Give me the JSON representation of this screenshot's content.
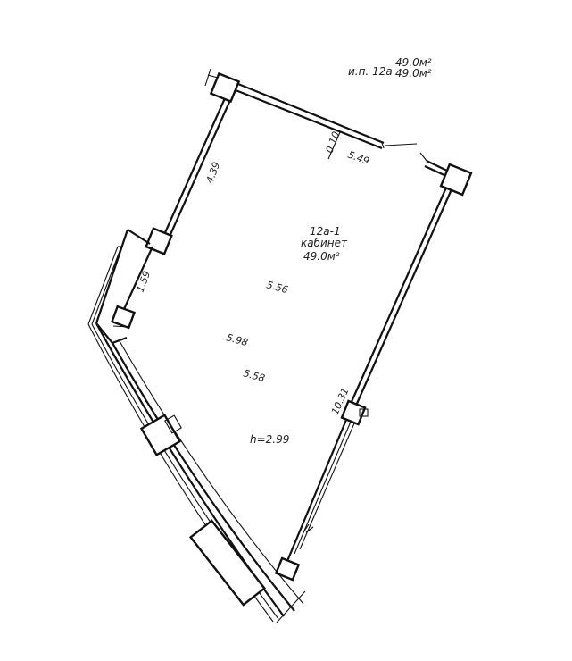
{
  "header": {
    "unit_label": "и.п. 12а",
    "area_total": "49.0м²",
    "area_living": "49.0м²"
  },
  "room": {
    "id": "12а-1",
    "name": "кабинет",
    "area": "49.0м²",
    "height": "h=2.99"
  },
  "dimensions": {
    "top_wall": "5.49",
    "wall_thickness": "0.10",
    "left_upper_wall": "4.39",
    "left_small_wall": "1.59",
    "right_wall": "10.31",
    "interior_1": "5.56",
    "interior_2": "5.98",
    "interior_3": "5.58"
  }
}
